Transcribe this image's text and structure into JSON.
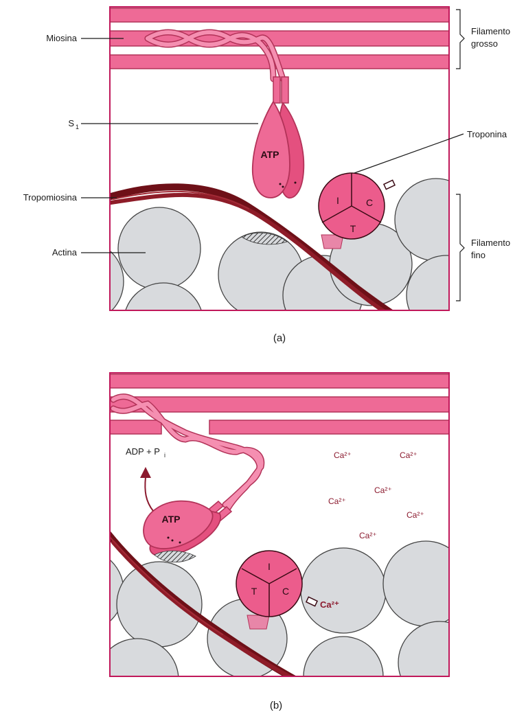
{
  "panel_a": {
    "caption": "(a)",
    "labels": {
      "miosina": "Miosina",
      "s1": "S",
      "s1_sub": "1",
      "tropomiosina": "Tropomiosina",
      "actina": "Actina",
      "troponina": "Troponina",
      "thick_line1": "Filamento",
      "thick_line2": "grosso",
      "thin_line1": "Filamento",
      "thin_line2": "fino"
    },
    "head_text": "ATP",
    "troponin": {
      "i": "I",
      "c": "C",
      "t": "T"
    }
  },
  "panel_b": {
    "caption": "(b)",
    "head_text": "ATP",
    "products": "ADP + P",
    "products_sub": "i",
    "troponin": {
      "i": "I",
      "c": "C",
      "t": "T"
    },
    "calcium": [
      "Ca²⁺",
      "Ca²⁺",
      "Ca²⁺",
      "Ca²⁺",
      "Ca²⁺",
      "Ca²⁺",
      "Ca²⁺"
    ]
  },
  "colors": {
    "myosin": "#ee6a96",
    "myosin_dark": "#b23258",
    "tropomyosin": "#6e1018",
    "actin": "#d8dadd",
    "calcium": "#8b1a2e"
  }
}
